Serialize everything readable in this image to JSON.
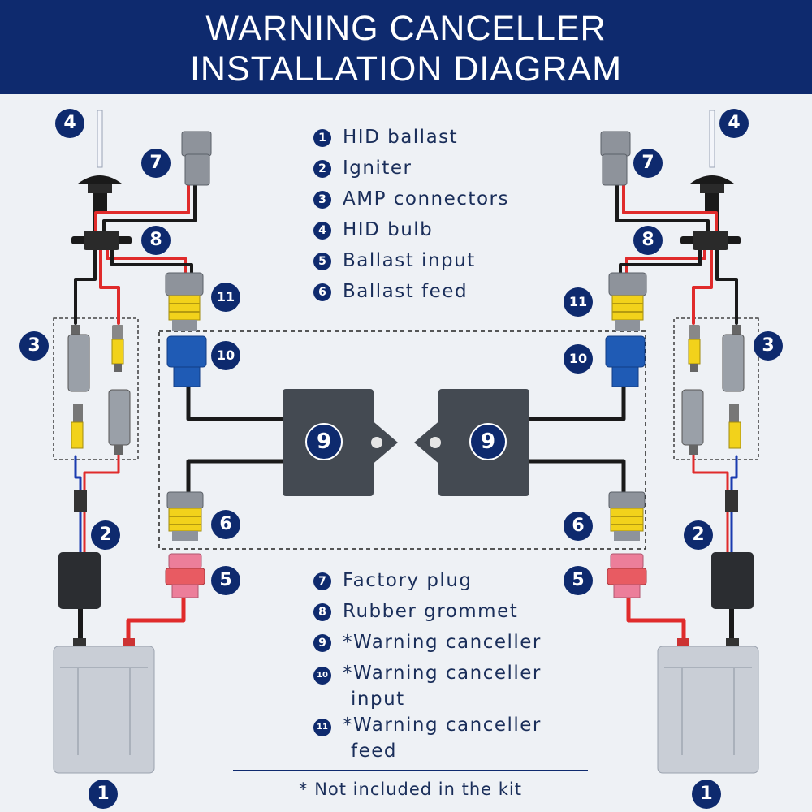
{
  "header": {
    "title_line1": "WARNING CANCELLER",
    "title_line2": "INSTALLATION DIAGRAM"
  },
  "legend_top": [
    {
      "num": "1",
      "label": "HID ballast"
    },
    {
      "num": "2",
      "label": "Igniter"
    },
    {
      "num": "3",
      "label": "AMP connectors"
    },
    {
      "num": "4",
      "label": "HID bulb"
    },
    {
      "num": "5",
      "label": "Ballast input"
    },
    {
      "num": "6",
      "label": "Ballast feed"
    }
  ],
  "legend_bottom": [
    {
      "num": "7",
      "label": "Factory plug"
    },
    {
      "num": "8",
      "label": "Rubber grommet"
    },
    {
      "num": "9",
      "label": "*Warning canceller"
    },
    {
      "num": "10",
      "label": "*Warning canceller",
      "label_cont": "input"
    },
    {
      "num": "11",
      "label": "*Warning canceller",
      "label_cont": "feed"
    }
  ],
  "footnote": "* Not included in the kit",
  "colors": {
    "navy": "#0e2a6e",
    "background": "#eef1f5",
    "wire_red": "#e02b2b",
    "wire_black": "#1a1a1a",
    "connector_blue": "#1f5bb5",
    "seal_yellow": "#f2d21b",
    "ballast_input_pink": "#ec7e9a",
    "module_grey": "#444a52",
    "ballast_silver": "#c9ced6"
  }
}
